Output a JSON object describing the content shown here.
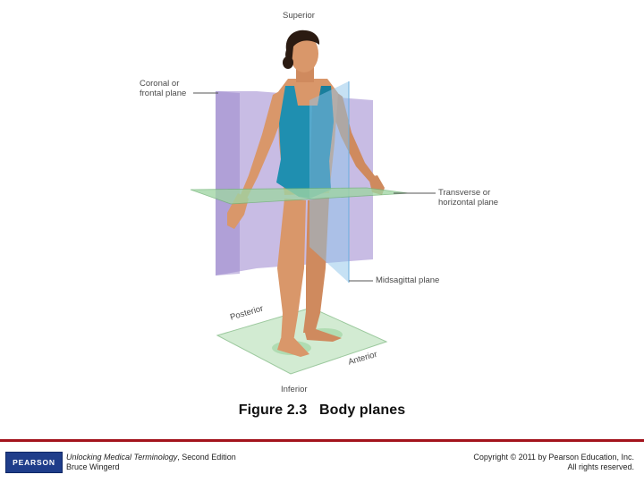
{
  "labels": {
    "superior": "Superior",
    "coronal": "Coronal or frontal plane",
    "transverse": "Transverse or horizontal plane",
    "midsagittal": "Midsagittal plane",
    "posterior": "Posterior",
    "anterior": "Anterior",
    "inferior": "Inferior"
  },
  "caption": {
    "figure": "Figure 2.3",
    "title": "Body planes"
  },
  "footer": {
    "logo": "PEARSON",
    "book_title": "Unlocking Medical Terminology",
    "book_edition": ", Second Edition",
    "author": "Bruce Wingerd",
    "copyright": "Copyright © 2011 by Pearson Education, Inc.",
    "rights": "All rights reserved."
  },
  "colors": {
    "accent_rule": "#a3131c",
    "coronal_plane": "#b9a9dd",
    "midsagittal_plane": "#8ec3ea",
    "transverse_plane": "#9fd5a3",
    "floor_plane": "#cfe9cf",
    "swimsuit": "#1f8fb0",
    "skin": "#d9976a",
    "logo_bg": "#1f3d8a"
  },
  "icons": {
    "logo": "pearson-logo-icon"
  }
}
